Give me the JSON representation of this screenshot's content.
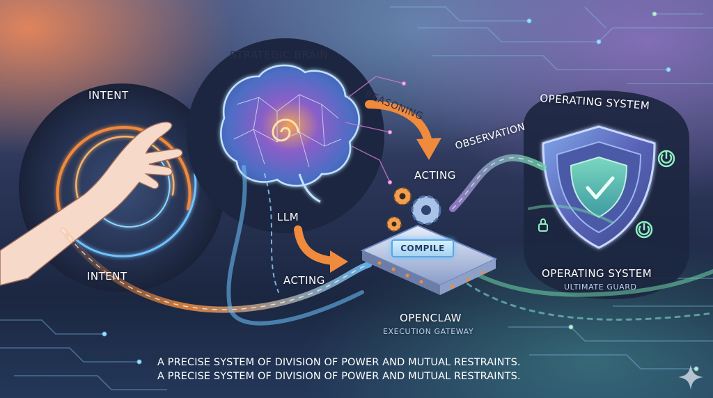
{
  "labels": {
    "intent_top": "INTENT",
    "intent_bottom": "INTENT",
    "strategic_brain": "STRATEGIC BRAIN",
    "llm": "LLM",
    "reasoning": "REASONING",
    "acting_top": "ACTING",
    "acting_bottom": "ACTING",
    "observation": "OBSERVATION",
    "compile": "COMPILE",
    "openclaw": "OPENCLAW",
    "execution_gateway": "EXECUTION GATEWAY",
    "os_top": "OPERATING SYSTEM",
    "os_bottom": "OPERATING SYSTEM",
    "ultimate_guard": "ULTIMATE GUARD"
  },
  "caption": {
    "line1": "A PRECISE SYSTEM OF DIVISION OF POWER AND MUTUAL RESTRAINTS.",
    "line2": "A PRECISE SYSTEM OF DIVISION OF POWER AND MUTUAL RESTRAINTS."
  },
  "icons": [
    "hand-icon",
    "brain-icon",
    "gear-icon",
    "chip-icon",
    "shield-icon",
    "checkmark-icon",
    "power-icon",
    "lock-icon",
    "sparkle-icon"
  ],
  "colors": {
    "accent_orange": "#f08a3c",
    "accent_cyan": "#6fc3ff",
    "accent_purple": "#a58ad8",
    "accent_green": "#6fd3a8",
    "panel_dark": "#1c2640"
  }
}
